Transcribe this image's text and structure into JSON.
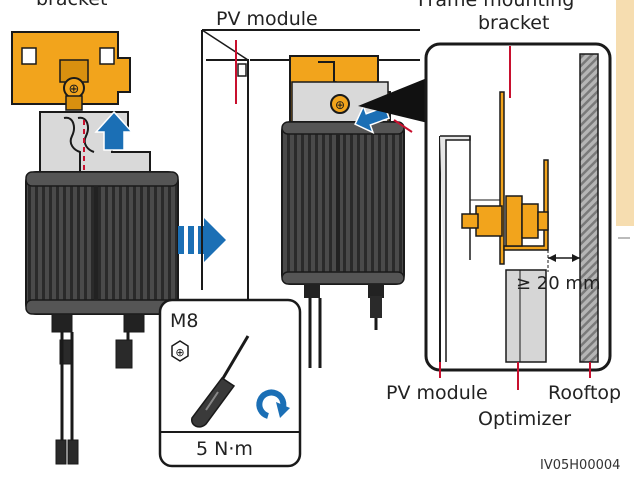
{
  "labels": {
    "bracket_cut": "bracket",
    "pv_module_top": "PV module",
    "frame_mounting_line1": "Frame mounting",
    "frame_mounting_line2": "bracket",
    "min_gap": "≥ 20 mm",
    "pv_module_bottom": "PV module",
    "optimizer": "Optimizer",
    "rooftop": "Rooftop",
    "figure_id": "IV05H00004"
  },
  "tool_box": {
    "bolt_size": "M8",
    "torque": "5 N·m"
  },
  "colors": {
    "bracket": "#F2A41C",
    "optimizer_body": "#3A3A3A",
    "arrow_blue": "#1B6FB5",
    "outline": "#1a1a1a",
    "leader_red": "#C8102E",
    "rooftop_hatch": "#8A8A8A",
    "side_tab": "#F6DDB0"
  },
  "icons": [
    "socket-bolt-icon",
    "screwdriver-icon",
    "rotate-clockwise-icon",
    "push-arrow-icon",
    "triple-chevron-arrow-icon"
  ]
}
